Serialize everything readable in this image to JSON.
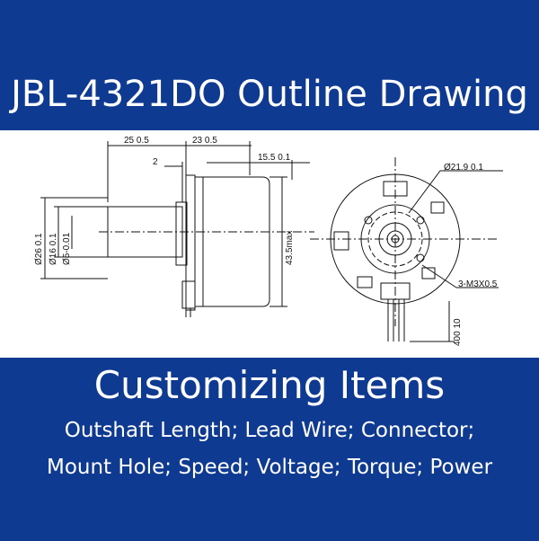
{
  "title": "JBL-4321DO Outline Drawing",
  "drawing": {
    "dimensions": {
      "shaft_length": "25 0.5",
      "body_length": "23 0.5",
      "flange_offset": "2",
      "rear_length": "15.5 0.1",
      "body_dia_side": "Ø26 0.1",
      "pilot_dia": "Ø16 0.1",
      "shaft_dia": "Ø5-0.01",
      "body_height": "43.5max",
      "pcd": "Ø21.9 0.1",
      "mount_holes": "3-M3X0.5",
      "lead_length": "400 10"
    }
  },
  "subtitle": "Customizing Items",
  "items_line1": "Outshaft Length; Lead Wire; Connector;",
  "items_line2": "Mount Hole; Speed; Voltage; Torque; Power",
  "colors": {
    "background": "#0f3a92",
    "panel": "#ffffff",
    "text": "#ffffff"
  }
}
